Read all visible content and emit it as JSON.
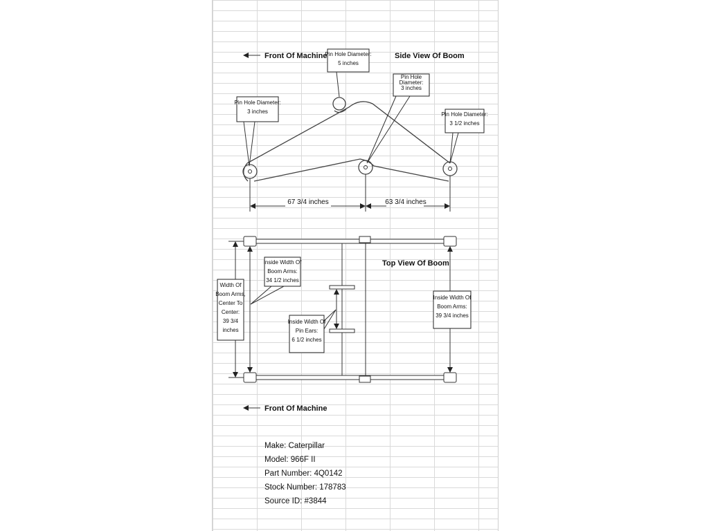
{
  "side_view": {
    "front_label": "Front Of Machine",
    "title": "Side View Of Boom",
    "callouts": {
      "top": [
        "Pin Hole Diameter:",
        "5 inches"
      ],
      "left": [
        "Pin Hole Diameter:",
        "3 inches"
      ],
      "middle": [
        "Pin Hole",
        "Diameter:",
        "3 inches"
      ],
      "right": [
        "Pin Hole Diameter:",
        "3 1/2 inches"
      ]
    },
    "dim_left": "67 3/4 inches",
    "dim_right": "63 3/4 inches"
  },
  "top_view": {
    "title": "Top View Of Boom",
    "front_label": "Front Of Machine",
    "callouts": {
      "inside_width_arms": [
        "Inside Width Of",
        "Boom Arms:",
        "34 1/2 inches"
      ],
      "width_center": [
        "Width Of",
        "Boom Arms,",
        "Center To",
        "Center:",
        "39 3/4",
        "inches"
      ],
      "pin_ears": [
        "Inside Width Of",
        "Pin Ears:",
        "6 1/2 inches"
      ],
      "inside_width_right": [
        "Inside Width Of",
        "Boom Arms:",
        "39 3/4 inches"
      ]
    }
  },
  "info": {
    "make": "Make: Caterpillar",
    "model": "Model: 966F II",
    "part_number": "Part Number: 4Q0142",
    "stock_number": "Stock Number: 178783",
    "source_id": "Source ID: #3844"
  }
}
